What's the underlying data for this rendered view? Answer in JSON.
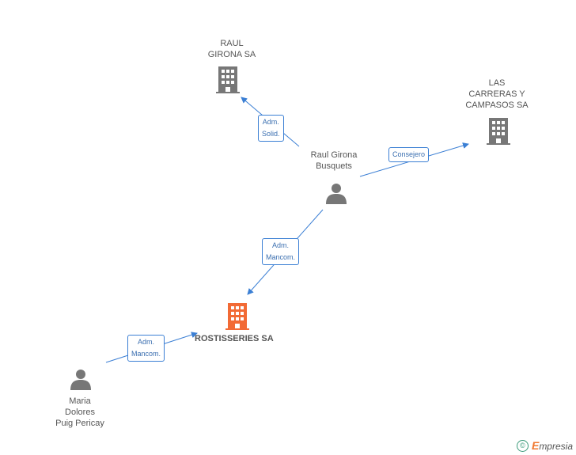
{
  "nodes": {
    "raul_girona_sa": {
      "lines": [
        "RAUL",
        "GIRONA SA"
      ]
    },
    "las_carreras": {
      "lines": [
        "LAS",
        "CARRERAS Y",
        "CAMPASOS SA"
      ]
    },
    "raul_person": {
      "lines": [
        "Raul Girona",
        "Busquets"
      ]
    },
    "rostisseries": {
      "label": "ROSTISSERIES SA"
    },
    "maria": {
      "lines": [
        "Maria",
        "Dolores",
        "Puig Pericay"
      ]
    }
  },
  "edges": [
    {
      "id": "e1",
      "lines": [
        "Adm.",
        "Solid."
      ]
    },
    {
      "id": "e2",
      "lines": [
        "Consejero"
      ]
    },
    {
      "id": "e3",
      "lines": [
        "Adm.",
        "Mancom."
      ]
    },
    {
      "id": "e4",
      "lines": [
        "Adm.",
        "Mancom."
      ]
    }
  ],
  "colors": {
    "company": "#777777",
    "main_company": "#f26a35",
    "person": "#777777",
    "edge": "#3b7fd4"
  },
  "icons": {
    "company": "building-icon",
    "person": "person-icon"
  },
  "footer": {
    "copyright": "©",
    "brand_initial": "E",
    "brand_rest": "mpresia"
  }
}
